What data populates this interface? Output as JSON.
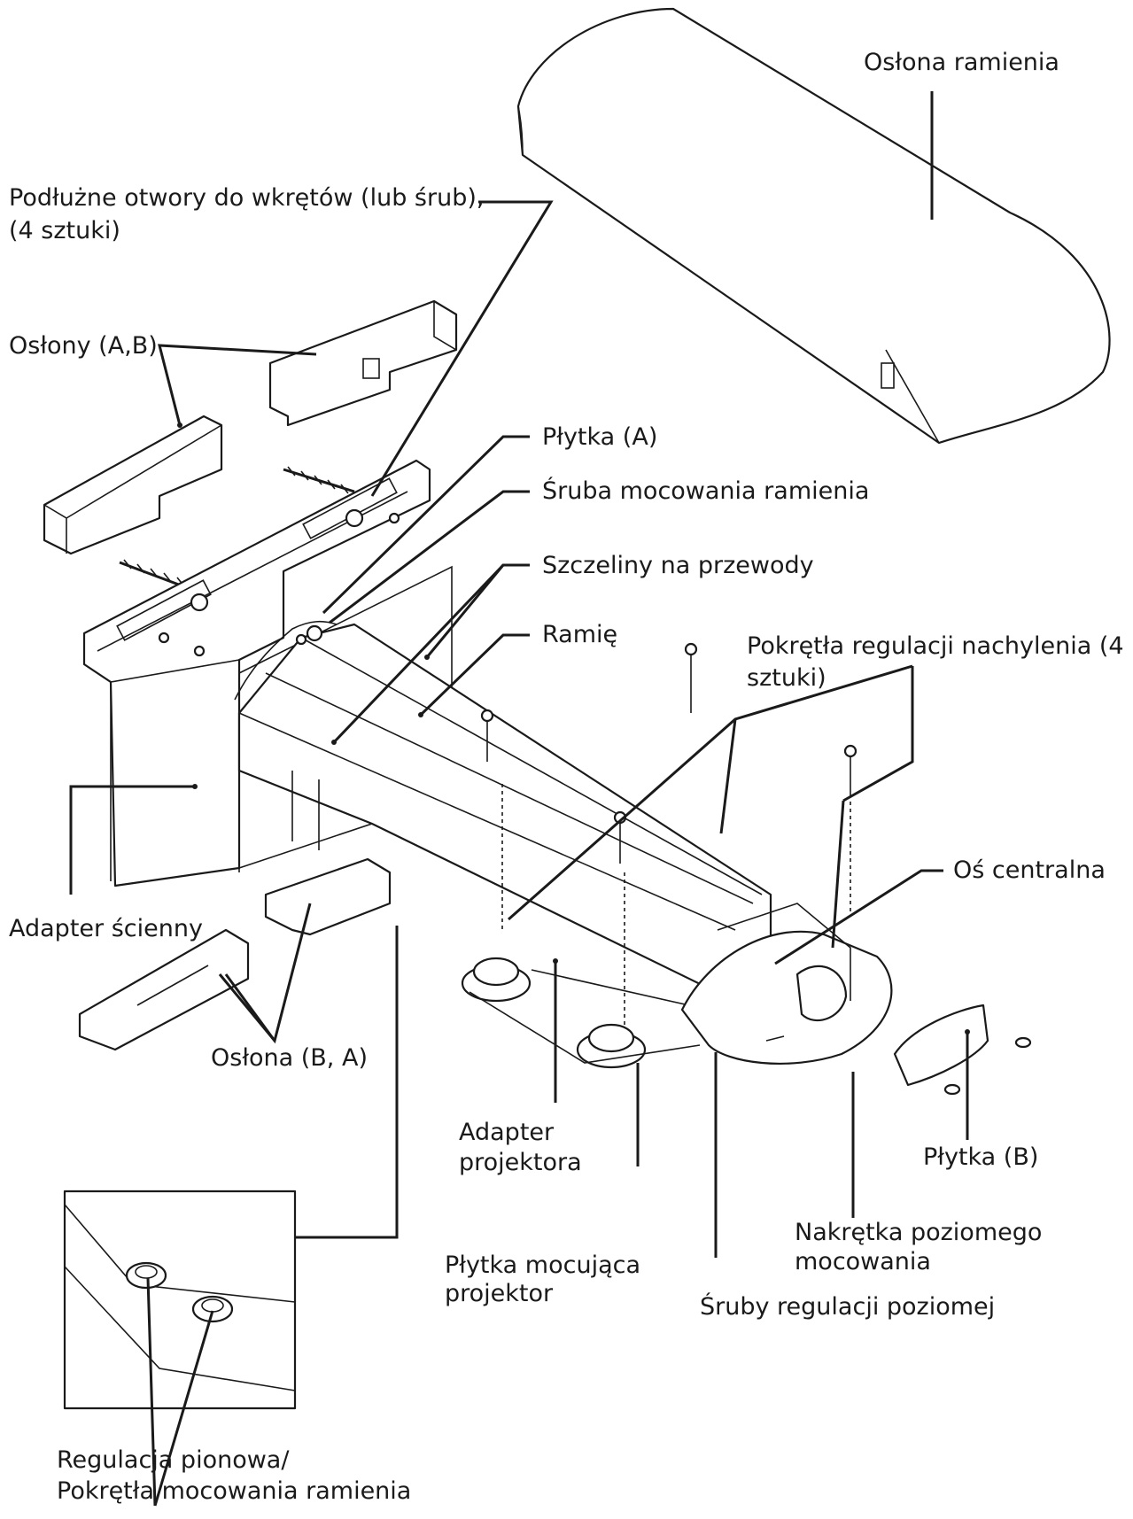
{
  "labels": {
    "arm_cover": "Osłona ramienia",
    "screw_slots_1": "Podłużne otwory do wkrętów (lub śrub),",
    "screw_slots_2": "(4 sztuki)",
    "covers_ab": "Osłony (A,B)",
    "plate_a": "Płytka (A)",
    "arm_bolt": "Śruba mocowania ramienia",
    "cable_slots": "Szczeliny na przewody",
    "arm": "Ramię",
    "tilt_knobs_1": "Pokrętła regulacji nachylenia (4",
    "tilt_knobs_2": "sztuki)",
    "central_axis": "Oś centralna",
    "wall_adapter": "Adapter ścienny",
    "cover_ba": "Osłona (B, A)",
    "projector_adapter_1": "Adapter",
    "projector_adapter_2": "projektora",
    "plate_b": "Płytka (B)",
    "horizontal_nut_1": "Nakrętka poziomego",
    "horizontal_nut_2": "mocowania",
    "mounting_plate_1": "Płytka mocująca",
    "mounting_plate_2": "projektor",
    "horizontal_screws": "Śruby regulacji poziomej",
    "vertical_adj_1": "Regulacja pionowa/",
    "vertical_adj_2": "Pokrętła mocowania ramienia"
  }
}
